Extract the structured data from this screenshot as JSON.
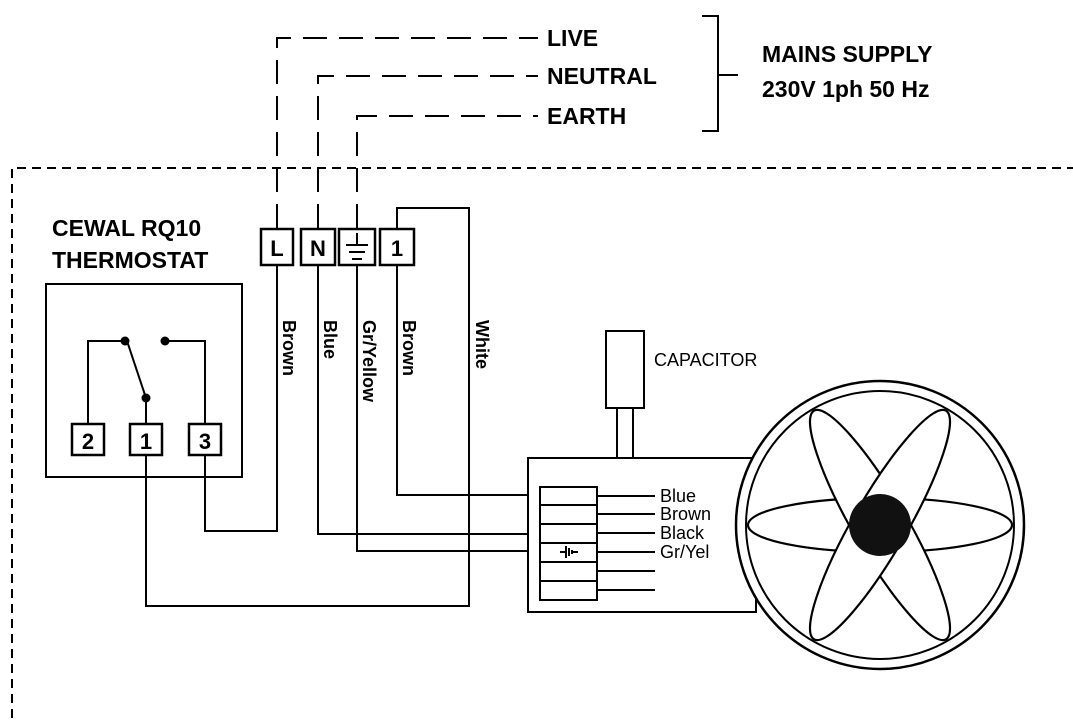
{
  "supply": {
    "lines": [
      "LIVE",
      "NEUTRAL",
      "EARTH"
    ],
    "title_line1": "MAINS SUPPLY",
    "title_line2": "230V 1ph 50 Hz"
  },
  "thermostat": {
    "title_line1": "CEWAL RQ10",
    "title_line2": "THERMOSTAT",
    "terminals": [
      "2",
      "1",
      "3"
    ]
  },
  "terminal_block": {
    "terminals": [
      "L",
      "N",
      "1"
    ],
    "earth_icon": "earth-ground-icon"
  },
  "wire_labels": [
    "Brown",
    "Blue",
    "Gr/Yellow",
    "Brown",
    "White"
  ],
  "capacitor": {
    "label": "CAPACITOR"
  },
  "motor_leads": [
    "Blue",
    "Brown",
    "Black",
    "Gr/Yel"
  ],
  "icons": {
    "fan": "fan-icon",
    "capacitor": "capacitor-icon"
  }
}
